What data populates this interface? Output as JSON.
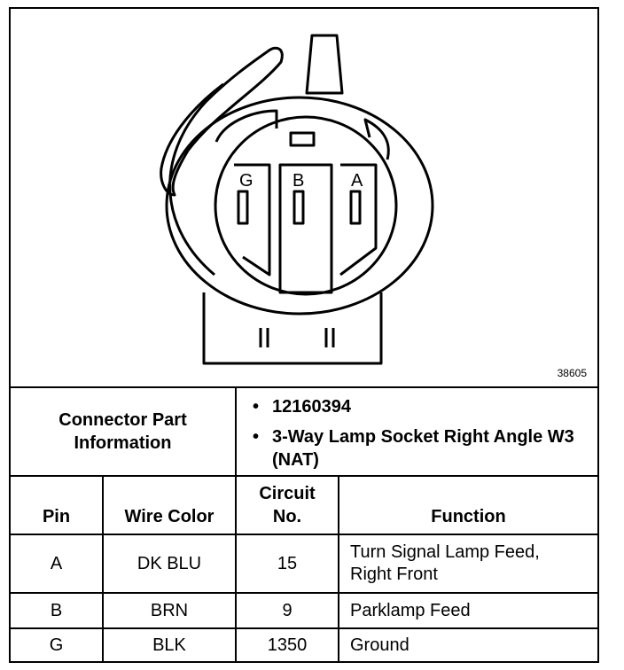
{
  "diagram": {
    "figure_number": "38605",
    "pin_labels": [
      "G",
      "B",
      "A"
    ]
  },
  "connector_info": {
    "label_line1": "Connector Part",
    "label_line2": "Information",
    "items": [
      "12160394",
      "3-Way Lamp Socket Right Angle W3 (NAT)"
    ]
  },
  "columns": {
    "pin": "Pin",
    "wire_color": "Wire Color",
    "circuit_line1": "Circuit",
    "circuit_line2": "No.",
    "function": "Function"
  },
  "rows": [
    {
      "pin": "A",
      "wire_color": "DK BLU",
      "circuit": "15",
      "function_line1": "Turn Signal Lamp Feed,",
      "function_line2": "Right Front"
    },
    {
      "pin": "B",
      "wire_color": "BRN",
      "circuit": "9",
      "function_line1": "Parklamp Feed",
      "function_line2": ""
    },
    {
      "pin": "G",
      "wire_color": "BLK",
      "circuit": "1350",
      "function_line1": "Ground",
      "function_line2": ""
    }
  ]
}
